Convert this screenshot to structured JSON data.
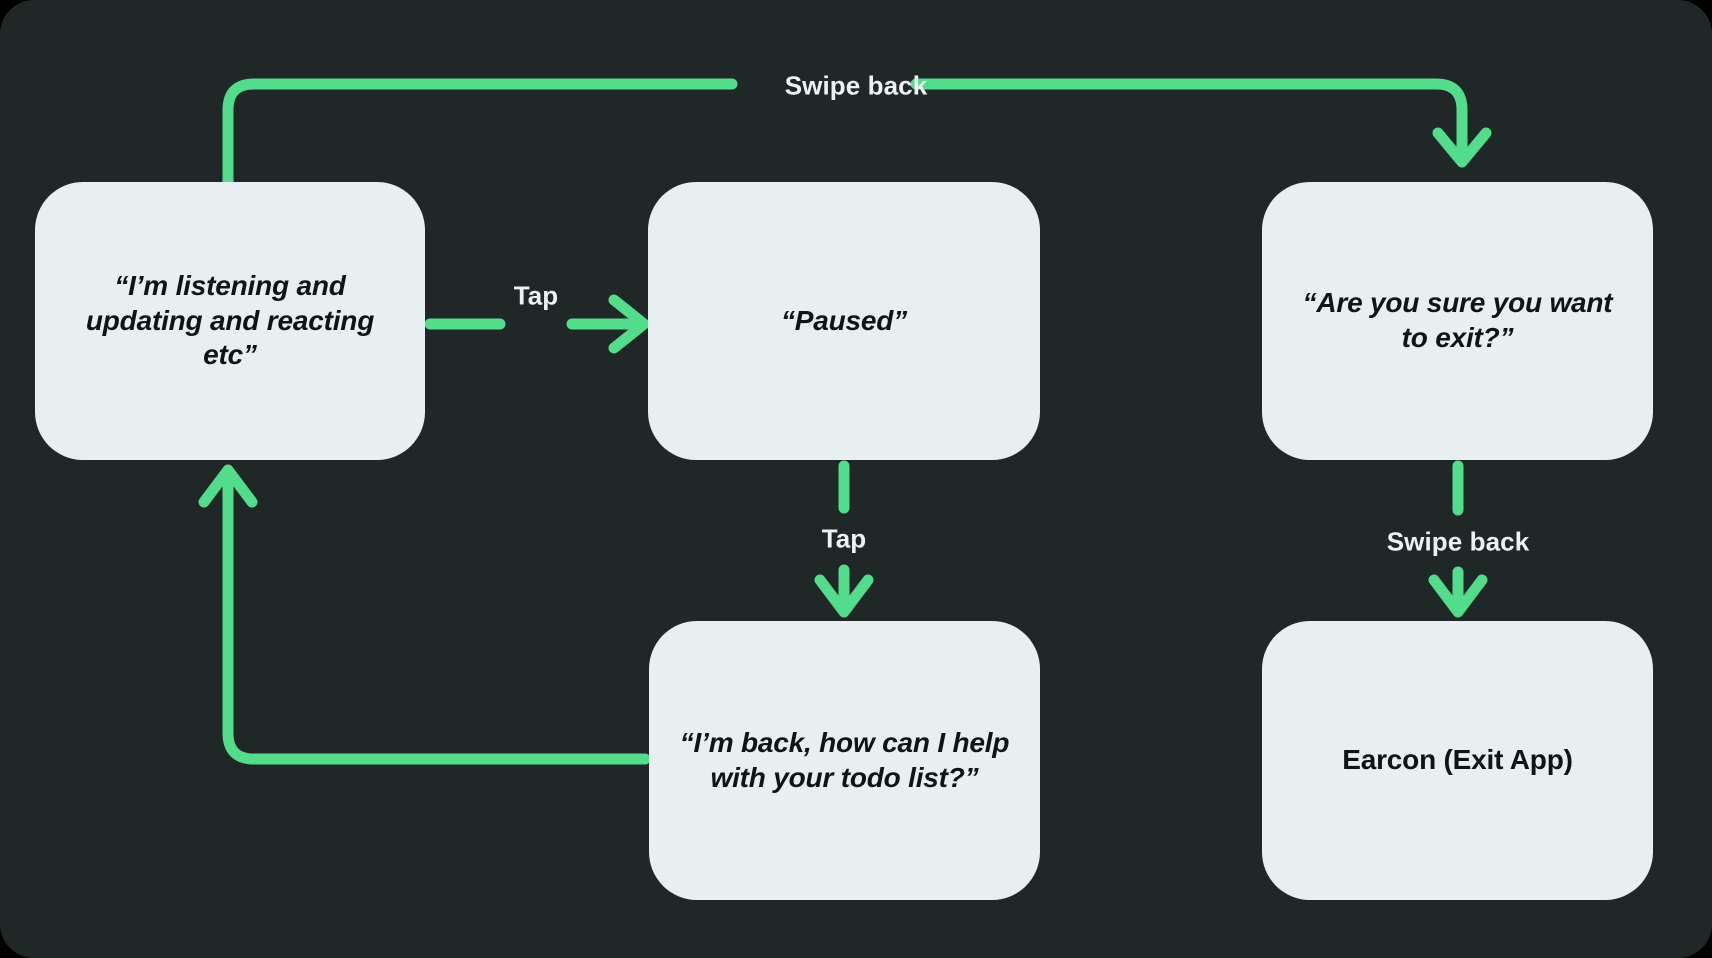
{
  "diagram": {
    "title": "Voice assistant pause and exit flow",
    "background_color": "#1f2727",
    "node_fill_color": "#e8eff0",
    "node_text_color": "#111416",
    "connector_color": "#53dc8c",
    "label_text_color": "#eef2f4"
  },
  "nodes": [
    {
      "id": "listening",
      "label": "“I’m listening and updating and reacting etc”",
      "style": "italic"
    },
    {
      "id": "paused",
      "label": "“Paused”",
      "style": "italic"
    },
    {
      "id": "confirm",
      "label": "“Are you sure you want to exit?”",
      "style": "italic"
    },
    {
      "id": "back",
      "label": "“I’m back, how can I help with your todo list?”",
      "style": "italic"
    },
    {
      "id": "earcon",
      "label": "Earcon (Exit App)",
      "style": "plain"
    }
  ],
  "edges": [
    {
      "id": "listening-to-paused",
      "from": "listening",
      "to": "paused",
      "label": "Tap",
      "direction": "right"
    },
    {
      "id": "listening-to-confirm",
      "from": "listening",
      "to": "confirm",
      "label": "Swipe back",
      "direction": "right"
    },
    {
      "id": "paused-to-back",
      "from": "paused",
      "to": "back",
      "label": "Tap",
      "direction": "down"
    },
    {
      "id": "confirm-to-earcon",
      "from": "confirm",
      "to": "earcon",
      "label": "Swipe back",
      "direction": "down"
    },
    {
      "id": "back-to-listening",
      "from": "back",
      "to": "listening",
      "label": "",
      "direction": "up"
    }
  ],
  "edge_labels": {
    "swipe_back_top": "Swipe back",
    "tap_right": "Tap",
    "tap_down": "Tap",
    "swipe_back_down": "Swipe back"
  }
}
